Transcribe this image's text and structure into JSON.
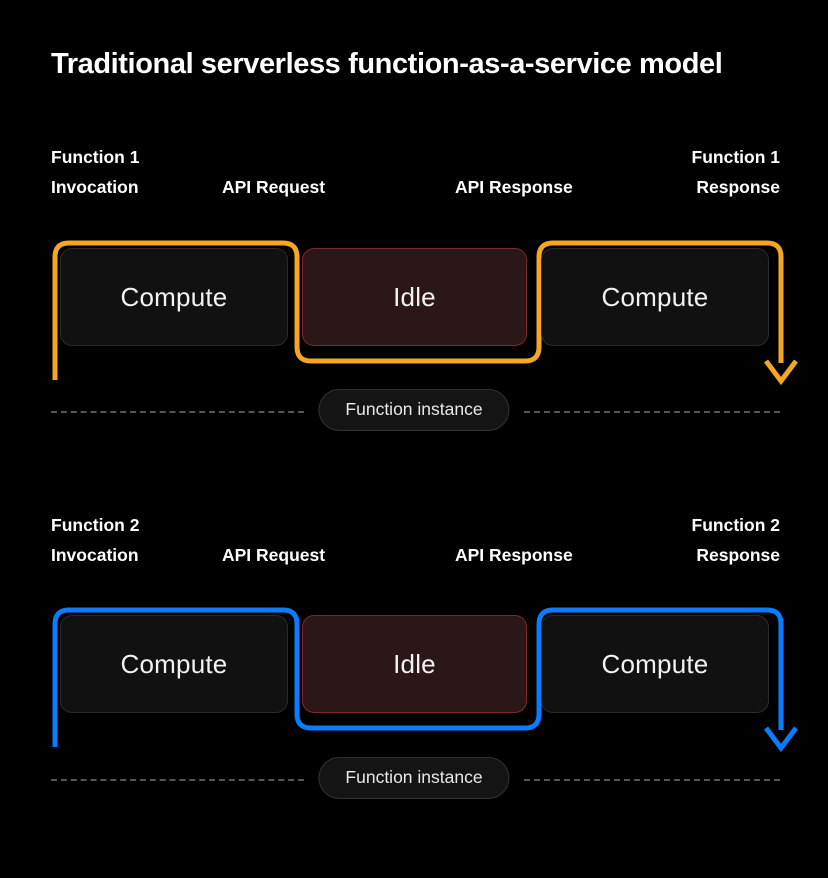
{
  "title": "Traditional serverless function-as-a-service model",
  "colors": {
    "background": "#000000",
    "flow_1_accent": "#F5A623",
    "flow_2_accent": "#0A7CFF",
    "compute_fill": "#111111",
    "idle_fill": "#2B1718",
    "idle_border": "#7D2A2A",
    "divider_dash": "#565656",
    "text": "#FFFFFF"
  },
  "sections": [
    {
      "id": "function-1",
      "accent": "#F5A623",
      "labels": {
        "invocation_line1": "Function 1",
        "invocation_line2": "Invocation",
        "api_request": "API Request",
        "api_response": "API Response",
        "response_line1": "Function 1",
        "response_line2": "Response"
      },
      "boxes": [
        {
          "label": "Compute",
          "state": "compute"
        },
        {
          "label": "Idle",
          "state": "idle"
        },
        {
          "label": "Compute",
          "state": "compute"
        }
      ],
      "instance_label": "Function instance"
    },
    {
      "id": "function-2",
      "accent": "#0A7CFF",
      "labels": {
        "invocation_line1": "Function 2",
        "invocation_line2": "Invocation",
        "api_request": "API Request",
        "api_response": "API Response",
        "response_line1": "Function 2",
        "response_line2": "Response"
      },
      "boxes": [
        {
          "label": "Compute",
          "state": "compute"
        },
        {
          "label": "Idle",
          "state": "idle"
        },
        {
          "label": "Compute",
          "state": "compute"
        }
      ],
      "instance_label": "Function instance"
    }
  ]
}
